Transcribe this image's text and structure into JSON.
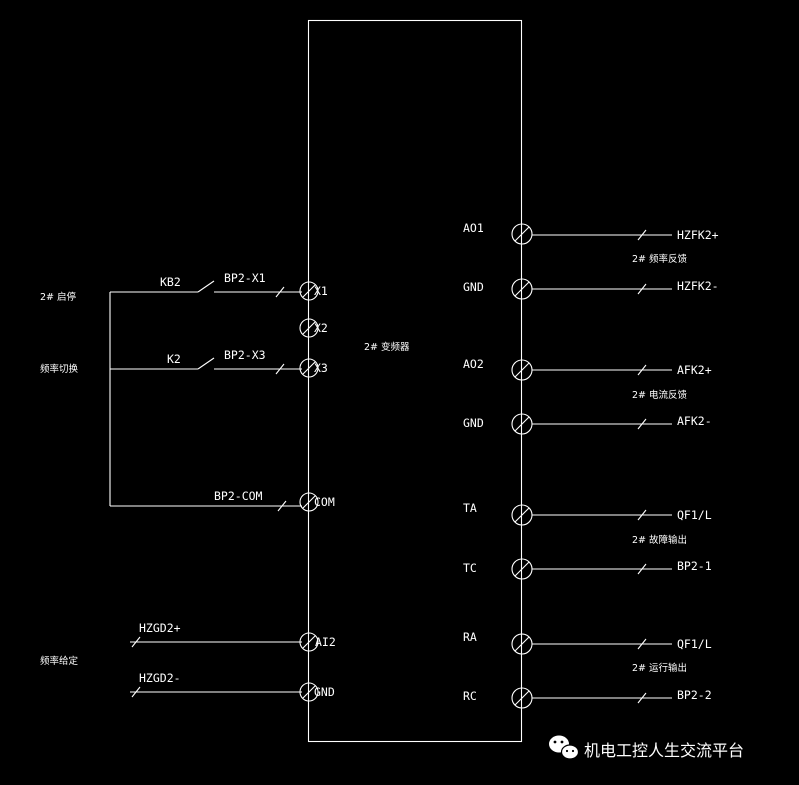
{
  "device_label": "2# 变频器",
  "left_groups": {
    "start_stop": "2# 启停",
    "freq_switch": "频率切换",
    "freq_setting": "频率给定"
  },
  "left_wires": {
    "kb2": "KB2",
    "k2": "K2",
    "bp2_x1": "BP2-X1",
    "bp2_x3": "BP2-X3",
    "bp2_com": "BP2-COM",
    "hzgd2_plus": "HZGD2+",
    "hzgd2_minus": "HZGD2-"
  },
  "left_terminals": {
    "x1": "X1",
    "x2": "X2",
    "x3": "X3",
    "com": "COM",
    "ai2": "AI2",
    "gnd": "GND"
  },
  "right_terminals": {
    "ao1": "AO1",
    "gnd1": "GND",
    "ao2": "AO2",
    "gnd2": "GND",
    "ta": "TA",
    "tc": "TC",
    "ra": "RA",
    "rc": "RC"
  },
  "right_wires": {
    "hzfk2_plus": "HZFK2+",
    "hzfk2_minus": "HZFK2-",
    "afk2_plus": "AFK2+",
    "afk2_minus": "AFK2-",
    "qf1l_a": "QF1/L",
    "bp2_1": "BP2-1",
    "qf1l_b": "QF1/L",
    "bp2_2": "BP2-2"
  },
  "right_notes": {
    "freq_feedback": "2# 频率反馈",
    "current_feedback": "2# 电流反馈",
    "fault_output": "2# 故障输出",
    "run_output": "2# 运行输出"
  },
  "watermark": "机电工控人生交流平台",
  "colors": {
    "background": "#000000",
    "lines": "#ffffff"
  }
}
